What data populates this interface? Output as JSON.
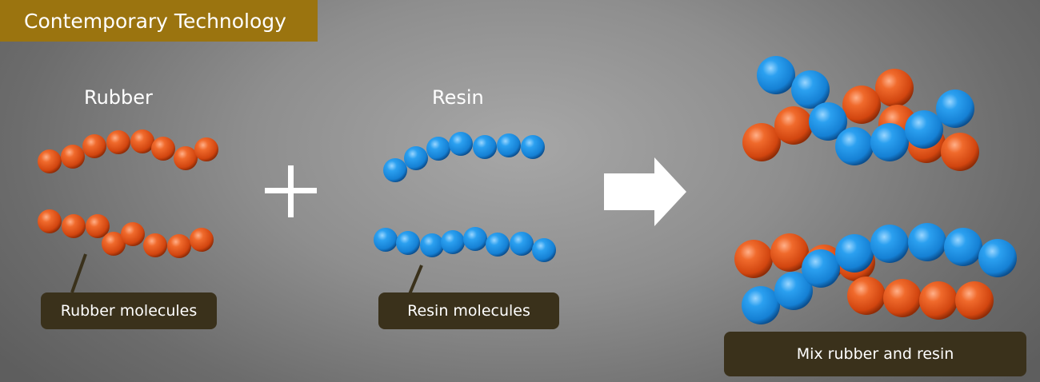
{
  "title": "Contemporary Technology",
  "rubber": {
    "heading": "Rubber",
    "caption": "Rubber molecules"
  },
  "resin": {
    "heading": "Resin",
    "caption": "Resin molecules"
  },
  "mix": {
    "caption": "Mix rubber and resin"
  },
  "colors": {
    "rubber": "#e8531a",
    "resin": "#1d8fe0",
    "title_bg": "#9b740f",
    "caption_bg": "#3a311b"
  }
}
